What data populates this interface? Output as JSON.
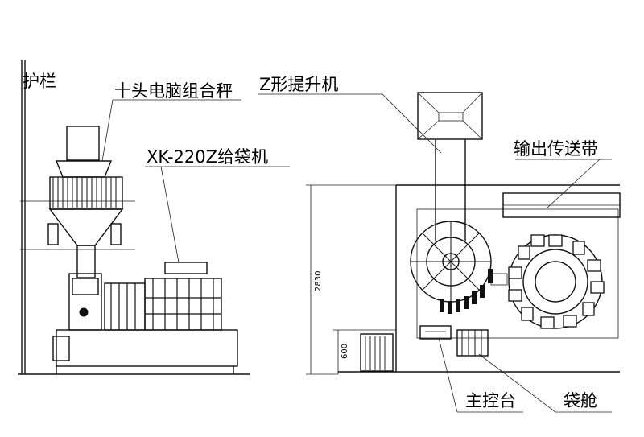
{
  "labels": {
    "guardrail": "护栏",
    "weigher": "十头电脑组合秤",
    "bagger": "XK-220Z给袋机",
    "elevator": "Z形提升机",
    "conveyor": "输出传送带",
    "console": "主控台",
    "bag_hold": "袋舱"
  },
  "dimensions": {
    "height": "2830",
    "platform": "600"
  }
}
